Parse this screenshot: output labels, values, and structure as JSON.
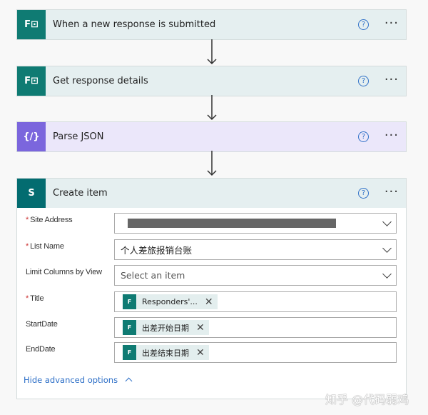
{
  "steps": [
    {
      "title": "When a new response is submitted",
      "icon": "forms-icon",
      "color": "#0f7b73",
      "header_bg": "#e5eff0"
    },
    {
      "title": "Get response details",
      "icon": "forms-icon",
      "color": "#0f7b73",
      "header_bg": "#e5eff0"
    },
    {
      "title": "Parse JSON",
      "icon": "parse-json-icon",
      "color": "#7b66dd",
      "header_bg": "#ebe7fa"
    },
    {
      "title": "Create item",
      "icon": "sharepoint-icon",
      "color": "#036c70",
      "header_bg": "#e5eff0"
    }
  ],
  "help": "?",
  "more": "···",
  "form": {
    "site_address": {
      "label": "Site Address",
      "value": ""
    },
    "list_name": {
      "label": "List Name",
      "value": "个人差旅报销台账"
    },
    "limit_columns": {
      "label": "Limit Columns by View",
      "placeholder": "Select an item"
    },
    "title": {
      "label": "Title",
      "token": "Responders'..."
    },
    "start_date": {
      "label": "StartDate",
      "token": "出差开始日期"
    },
    "end_date": {
      "label": "EndDate",
      "token": "出差结束日期"
    },
    "required_mark": "*",
    "hide_advanced": "Hide advanced options"
  },
  "watermark": "知乎 @代码弱鸡"
}
